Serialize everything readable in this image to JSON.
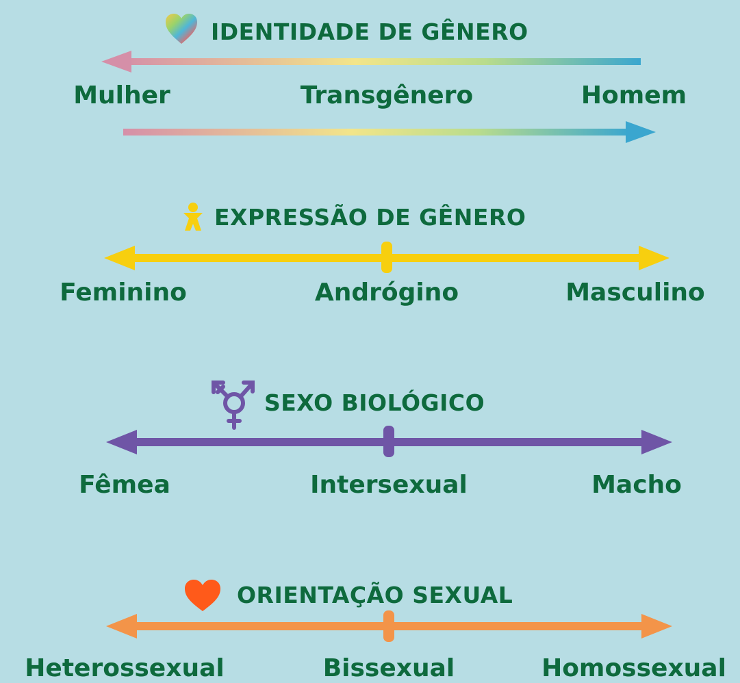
{
  "sections": [
    {
      "title": "IDENTIDADE DE GÊNERO",
      "icon": "rainbow-heart-icon",
      "labels": [
        "Mulher",
        "Transgênero",
        "Homem"
      ],
      "colors": [
        "#d58fa8",
        "#f2e58a",
        "#3aa6cf"
      ]
    },
    {
      "title": "EXPRESSÃO DE GÊNERO",
      "icon": "person-icon",
      "labels": [
        "Feminino",
        "Andrógino",
        "Masculino"
      ],
      "color": "#f7cf0f"
    },
    {
      "title": "SEXO BIOLÓGICO",
      "icon": "transgender-symbol-icon",
      "labels": [
        "Fêmea",
        "Intersexual",
        "Macho"
      ],
      "color": "#6f55a6"
    },
    {
      "title": "ORIENTAÇÃO SEXUAL",
      "icon": "heart-icon",
      "labels": [
        "Heterossexual",
        "Bissexual",
        "Homossexual"
      ],
      "color": "#f39449"
    }
  ],
  "colors": {
    "background": "#b7dde4",
    "text": "#0e6a3d",
    "heart": "#ff5a1a"
  }
}
